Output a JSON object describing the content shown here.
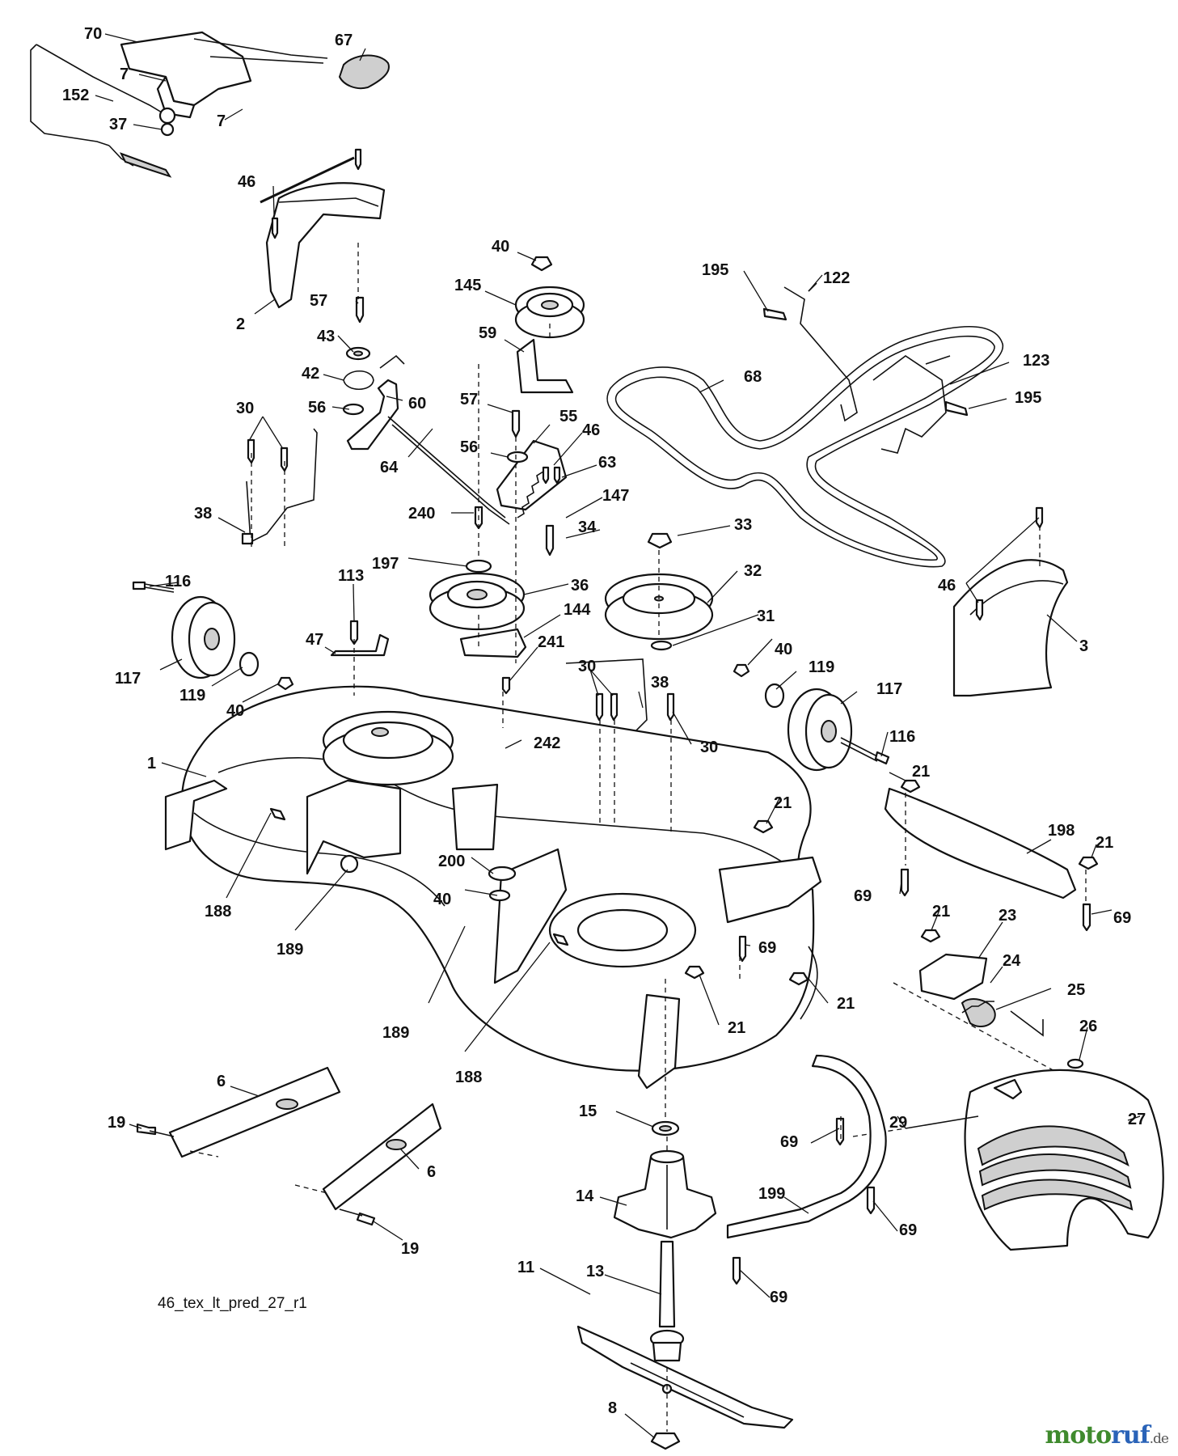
{
  "drawing": {
    "id_label": "46_tex_lt_pred_27_r1",
    "callouts": [
      "70",
      "67",
      "7",
      "152",
      "37",
      "7",
      "46",
      "2",
      "57",
      "43",
      "42",
      "60",
      "56",
      "64",
      "30",
      "38",
      "40",
      "145",
      "59",
      "57",
      "55",
      "56",
      "46",
      "63",
      "147",
      "240",
      "34",
      "197",
      "36",
      "144",
      "241",
      "113",
      "47",
      "116",
      "117",
      "119",
      "40",
      "33",
      "32",
      "31",
      "40",
      "119",
      "117",
      "116",
      "195",
      "122",
      "68",
      "123",
      "195",
      "46",
      "3",
      "1",
      "188",
      "189",
      "30",
      "38",
      "30",
      "242",
      "200",
      "40",
      "189",
      "188",
      "21",
      "21",
      "198",
      "21",
      "69",
      "69",
      "21",
      "23",
      "24",
      "25",
      "69",
      "21",
      "21",
      "26",
      "27",
      "29",
      "6",
      "19",
      "6",
      "19",
      "15",
      "14",
      "13",
      "11",
      "8",
      "199",
      "69",
      "69",
      "69"
    ]
  },
  "watermark": {
    "part1": "moto",
    "part2": "ruf",
    "part3": ".de"
  },
  "colors": {
    "ink": "#111111",
    "brand_green": "#3f8a2d",
    "brand_blue": "#2a63b8"
  }
}
